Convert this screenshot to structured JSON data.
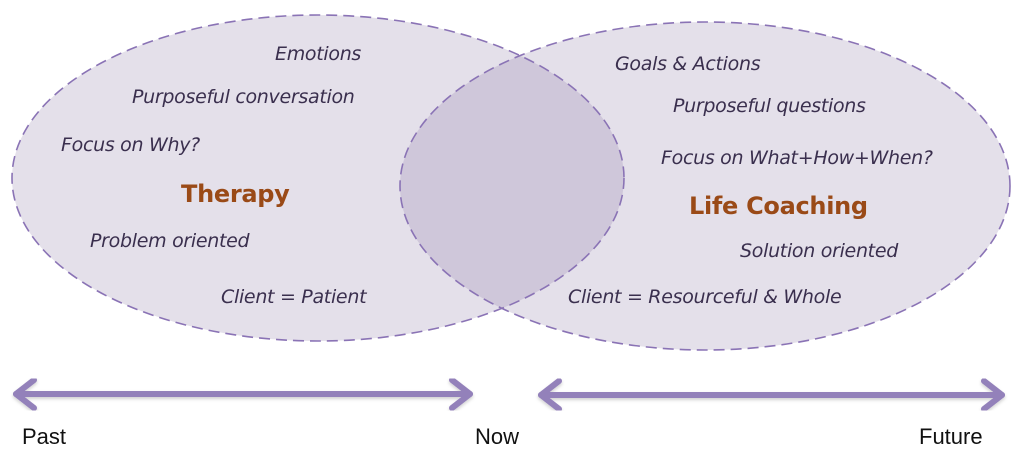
{
  "colors": {
    "ellipse_fill": "#e4e0ea",
    "overlap_fill": "#cfc7da",
    "ellipse_stroke": "#8a73b5",
    "arrow": "#9381ba",
    "title_text": "#9a4a17",
    "item_text": "#3a2f4e",
    "timeline_text": "#111111"
  },
  "therapy": {
    "title": "Therapy",
    "items": [
      "Emotions",
      "Purposeful conversation",
      "Focus on Why?",
      "Problem oriented",
      "Client = Patient"
    ]
  },
  "coaching": {
    "title": "Life Coaching",
    "items": [
      "Goals & Actions",
      "Purposeful questions",
      "Focus on What+How+When?",
      "Solution oriented",
      "Client = Resourceful & Whole"
    ]
  },
  "timeline": {
    "past": "Past",
    "now": "Now",
    "future": "Future"
  }
}
